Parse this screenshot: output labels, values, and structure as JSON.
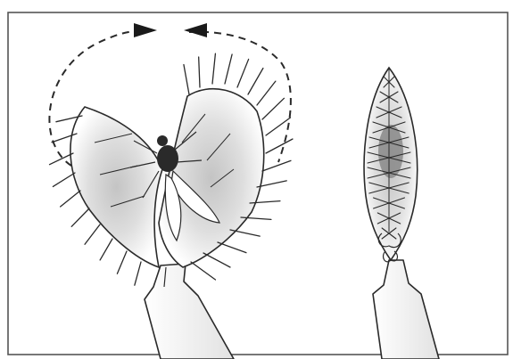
{
  "figure": {
    "panels": [
      {
        "name": "open-trap",
        "state": "open",
        "has_fly": true
      },
      {
        "name": "closed-trap",
        "state": "closed",
        "has_fly": true
      }
    ],
    "colors": {
      "frame": "#555555",
      "line": "#2a2a2a",
      "shade": "#cfcfcf",
      "background": "#ffffff"
    }
  }
}
